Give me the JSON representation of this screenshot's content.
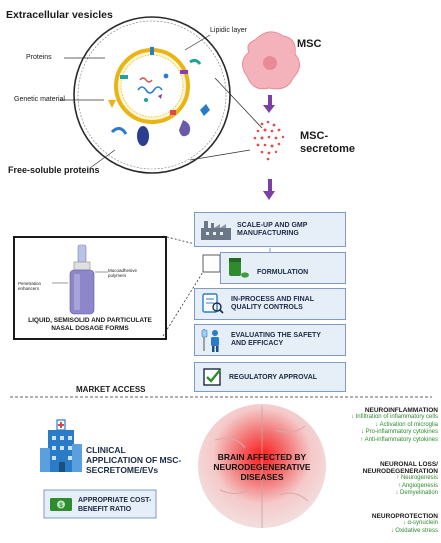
{
  "ev_section": {
    "title": "Extracellular vesicles",
    "lipidic_layer": "Lipidic layer",
    "proteins": "Proteins",
    "genetic_material": "Genetic material",
    "free_soluble": "Free-soluble proteins"
  },
  "msc": {
    "label": "MSC",
    "secretome_line1": "MSC-",
    "secretome_line2": "secretome"
  },
  "nasal": {
    "penetration_enhancers": "Penetration enhancers",
    "mucoadhesive_polymers": "Mucoadhesive polymers",
    "caption_line1": "LIQUID, SEMISOLID AND PARTICULATE",
    "caption_line2": "NASAL DOSAGE FORMS"
  },
  "steps": [
    {
      "line1": "SCALE-UP AND GMP",
      "line2": "MANUFACTURING",
      "icon": "factory-icon"
    },
    {
      "line1": "FORMULATION",
      "line2": "",
      "icon": "pills-icon"
    },
    {
      "line1": "IN-PROCESS AND FINAL",
      "line2": "QUALITY CONTROLS",
      "icon": "clipboard-magnifier-icon"
    },
    {
      "line1": "EVALUATING THE SAFETY",
      "line2": "AND EFFICACY",
      "icon": "patient-iv-icon"
    },
    {
      "line1": "REGULATORY APPROVAL",
      "line2": "",
      "icon": "checkbox-icon"
    }
  ],
  "market_access": "MARKET ACCESS",
  "clinical": {
    "line1": "CLINICAL",
    "line2": "APPLICATION OF MSC-",
    "line3": "SECRETOME/EVs"
  },
  "cost": {
    "line1": "APPROPRIATE COST-",
    "line2": "BENEFIT RATIO"
  },
  "brain": {
    "line1": "BRAIN AFFECTED BY",
    "line2": "NEURODEGENERATIVE",
    "line3": "DISEASES"
  },
  "neuroinflammation": {
    "title": "NEUROINFLAMMATION",
    "items": [
      "↓ Infiltration of inflammatory cells",
      "↓ Activation of microglia",
      "↓ Pro-inflammatory cytokines",
      "↑ Anti-inflammatory cytokines"
    ]
  },
  "neuronal_loss": {
    "title1": "NEURONAL LOSS/",
    "title2": "NEURODEGENERATION",
    "items": [
      "↑ Neurogenesis",
      "↑ Angiogenesis",
      "↓ Demyelination"
    ]
  },
  "neuroprotection": {
    "title": "NEUROPROTECTION",
    "items": [
      "↓ α-synuclein",
      "↓ Oxidative stress"
    ]
  },
  "colors": {
    "arrow": "#7b3fa6",
    "step_fill": "#e6eef8",
    "step_border": "#7f9cc4",
    "green_text": "#2e8b2e",
    "msc_pink": "#f2a7b0",
    "brain_red": "#e02020"
  }
}
